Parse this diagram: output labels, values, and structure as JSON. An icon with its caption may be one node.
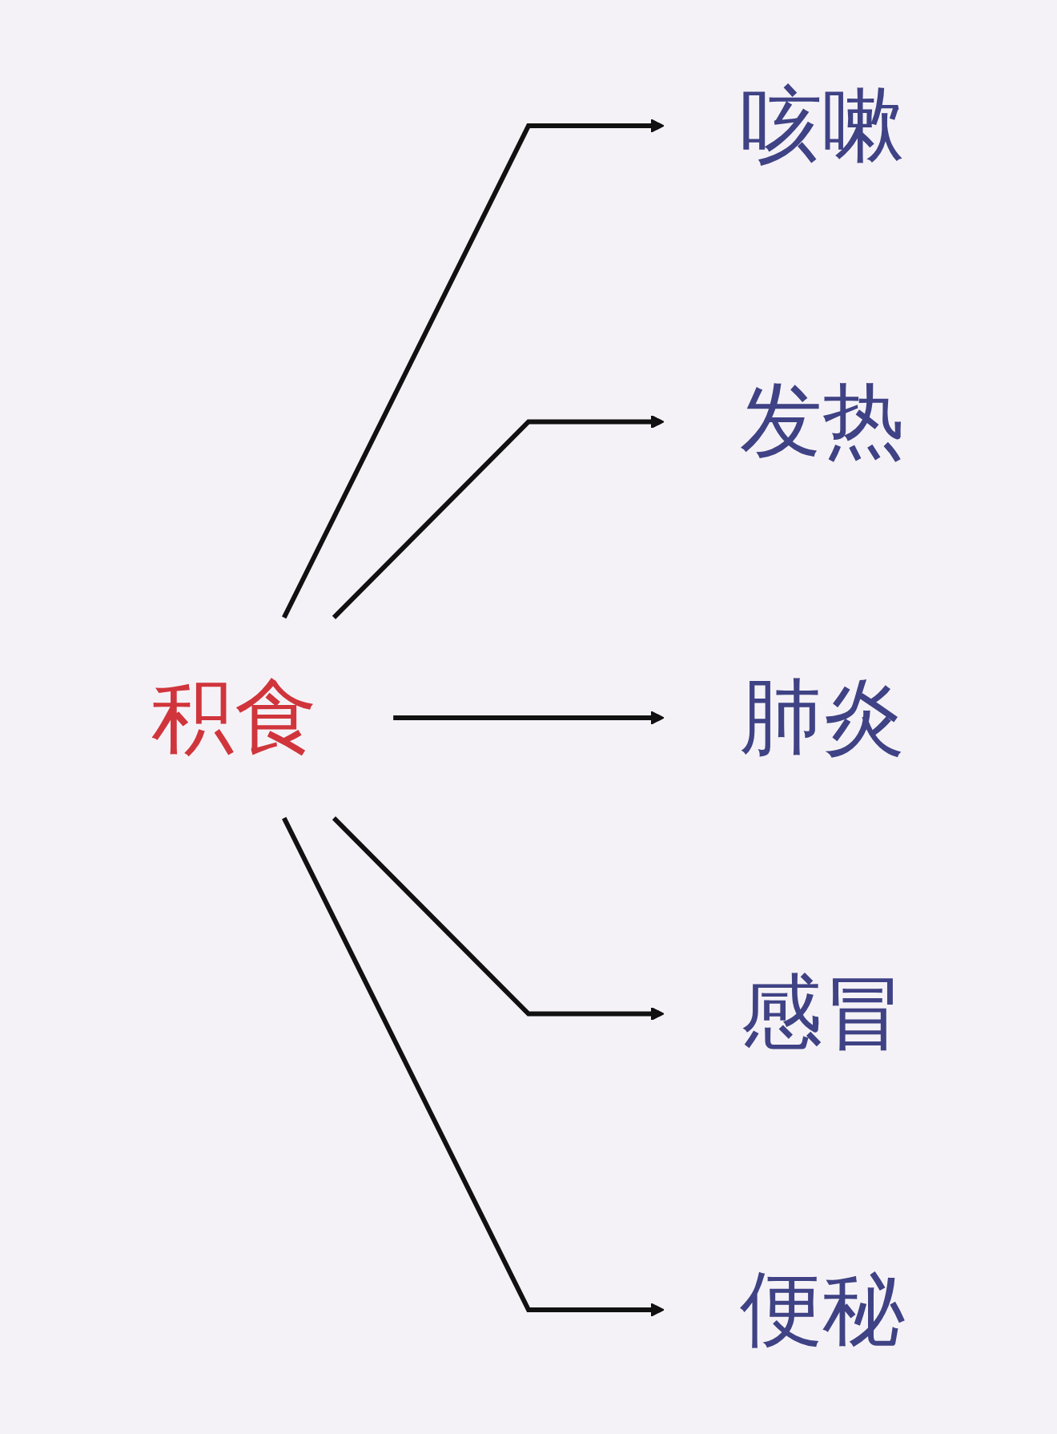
{
  "diagram": {
    "nodes": [
      {
        "text": [
          "积食"
        ]
      },
      {
        "text": [
          "咳嗽"
        ]
      },
      {
        "text": [
          "发热"
        ]
      },
      {
        "text": [
          "肺炎"
        ]
      },
      {
        "text": [
          "感冒"
        ]
      },
      {
        "text": [
          "便秘"
        ]
      }
    ],
    "edges": [
      {
        "from": 0,
        "to": 1,
        "arrow": "to"
      },
      {
        "from": 0,
        "to": 2,
        "arrow": "to"
      },
      {
        "from": 0,
        "to": 3,
        "arrow": "to"
      },
      {
        "from": 0,
        "to": 4,
        "arrow": "to"
      },
      {
        "from": 0,
        "to": 5,
        "arrow": "to"
      }
    ]
  }
}
